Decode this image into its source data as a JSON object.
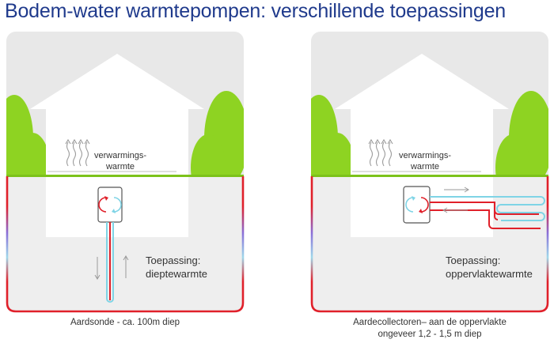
{
  "title": "Bodem-water warmtepompen: verschillende toepassingen",
  "panels": [
    {
      "heating_label_line1": "verwarmings-",
      "heating_label_line2": "warmte",
      "application_label_line1": "Toepassing:",
      "application_label_line2": "dieptewarmte",
      "caption_line1": "Aardsonde - ca. 100m diep"
    },
    {
      "heating_label_line1": "verwarmings-",
      "heating_label_line2": "warmte",
      "application_label_line1": "Toepassing:",
      "application_label_line2": "oppervlaktewarmte",
      "caption_line1": "Aardecollectoren– aan de oppervlakte",
      "caption_line2": "ongeveer 1,2 - 1,5 m diep"
    }
  ],
  "colors": {
    "title": "#1f3a8c",
    "sky": "#e8e8e8",
    "ground": "#eeeeee",
    "house": "#ffffff",
    "tree": "#8ed322",
    "grass": "#7cc21a",
    "hot_pipe": "#e0202a",
    "cold_pipe": "#7fd4e6"
  }
}
